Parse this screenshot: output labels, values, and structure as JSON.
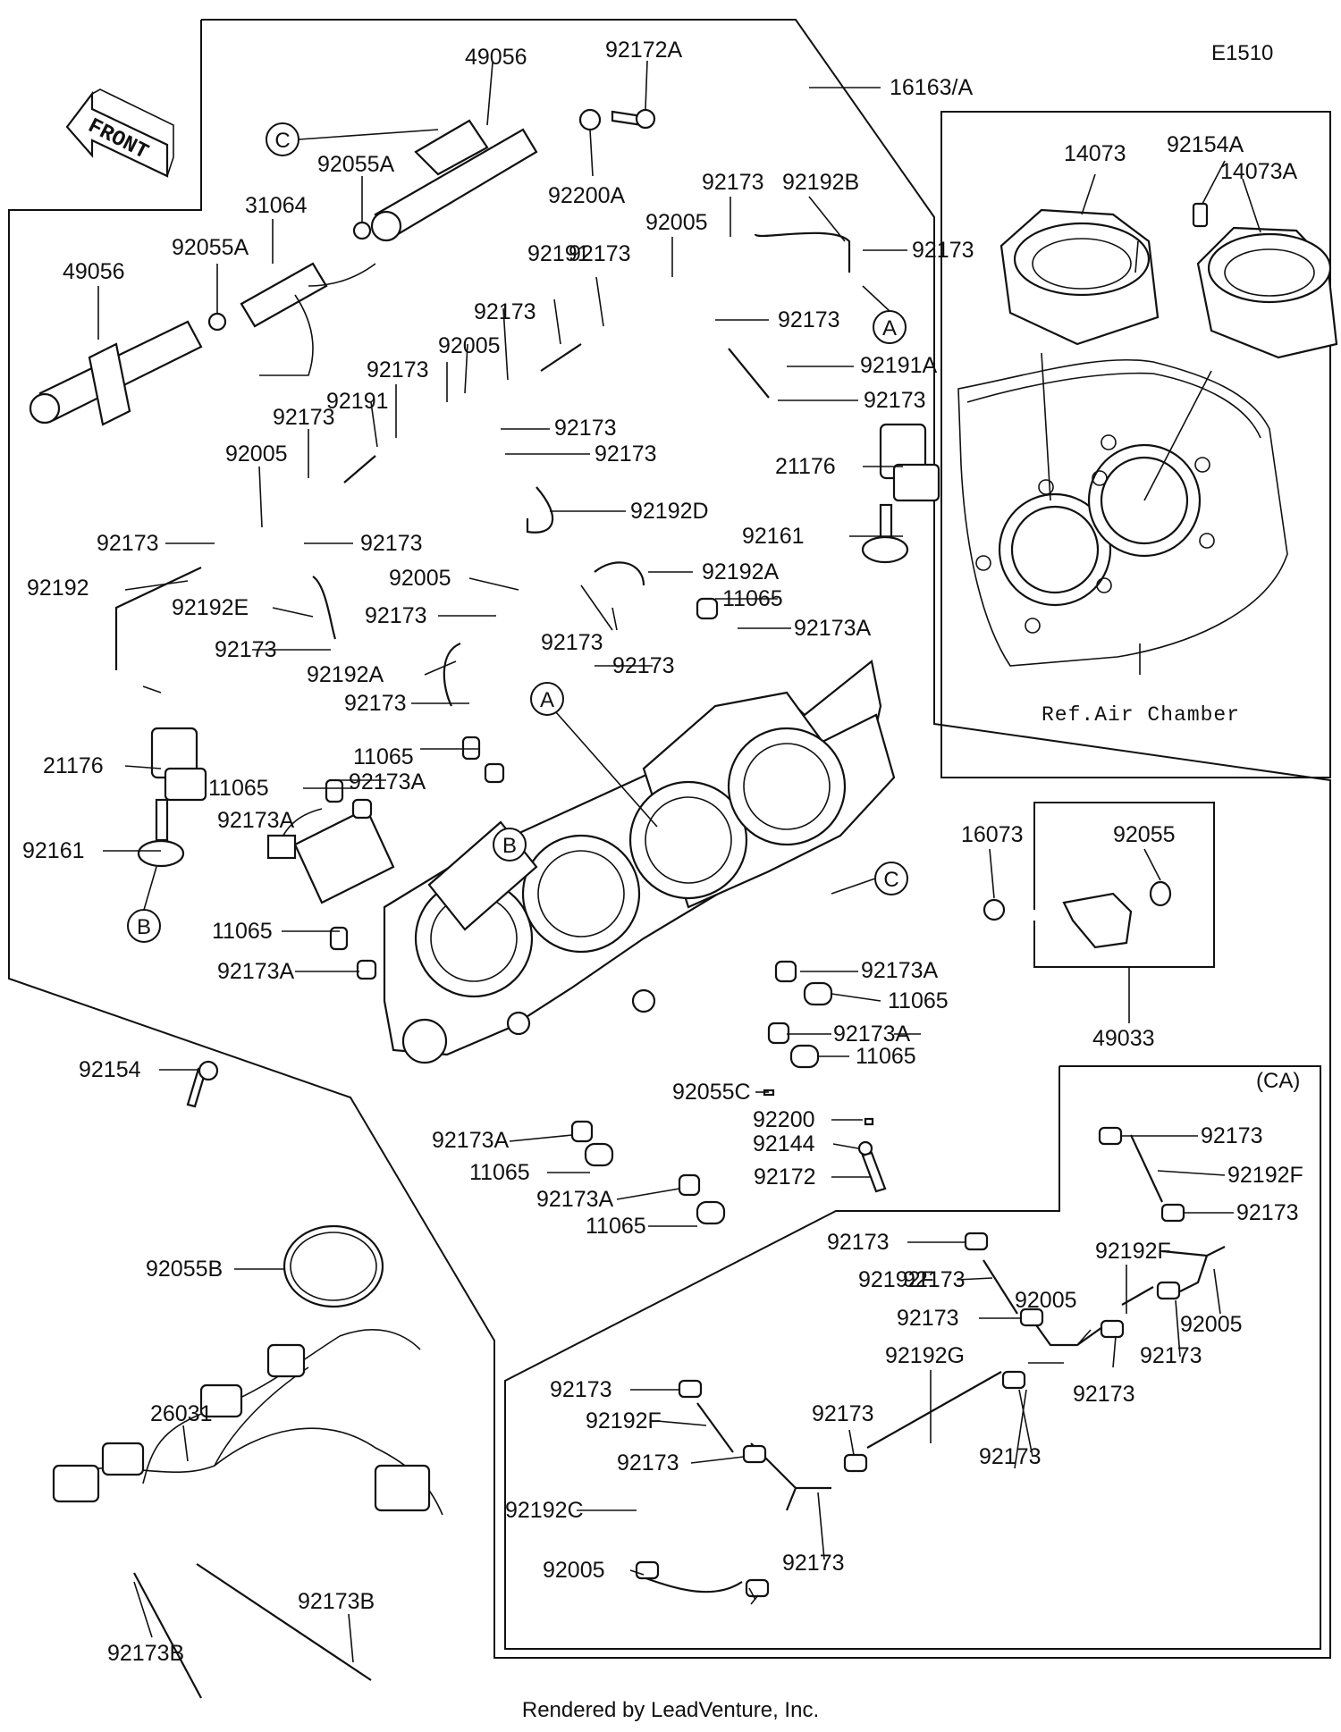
{
  "header": {
    "diagram_id": "E1510"
  },
  "front_indicator": {
    "text": "FRONT"
  },
  "ref_label": "Ref.Air Chamber",
  "ca_tag": "(CA)",
  "footer": {
    "credit": "Rendered by LeadVenture, Inc."
  },
  "callouts": {
    "A": "A",
    "B": "B",
    "C": "C"
  },
  "part_labels": [
    "49056",
    "92172A",
    "16163/A",
    "92055A",
    "92200A",
    "31064",
    "92055A",
    "49056",
    "92173",
    "92192B",
    "92005",
    "92173",
    "92173",
    "92191",
    "92173",
    "92173",
    "92191A",
    "92005",
    "92173",
    "92173",
    "92191",
    "92173",
    "92173",
    "92173",
    "92005",
    "92192D",
    "92173",
    "92173",
    "92192",
    "92192E",
    "92173",
    "92005",
    "92173",
    "92192A",
    "11065",
    "92173",
    "92173A",
    "92173",
    "92192A",
    "92173",
    "21176",
    "11065",
    "92173A",
    "11065",
    "92173A",
    "92161",
    "11065",
    "92173A",
    "21176",
    "92161",
    "14073",
    "92154A",
    "14073A",
    "16073",
    "92055",
    "49033",
    "92173A",
    "11065",
    "92173A",
    "11065",
    "92154",
    "92055C",
    "92200",
    "92144",
    "92172",
    "92173A",
    "11065",
    "92173A",
    "11065",
    "92055B",
    "26031",
    "92173B",
    "92173B",
    "92173",
    "92192F",
    "92173",
    "92173",
    "92192F",
    "92173",
    "92192F",
    "92005",
    "92005",
    "92173",
    "92192G",
    "92173",
    "92173",
    "92173",
    "92192F",
    "92173",
    "92173",
    "92173",
    "92192C",
    "92005",
    "92173"
  ]
}
